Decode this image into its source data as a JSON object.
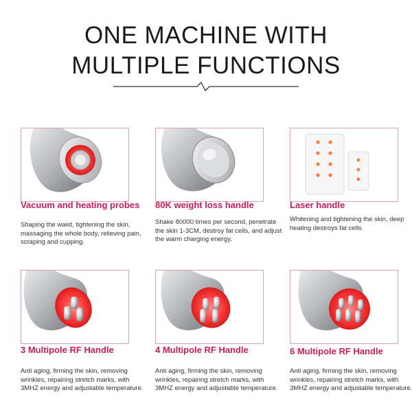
{
  "headline": {
    "line1": "ONE MACHINE WITH",
    "line2": "MULTIPLE FUNCTIONS"
  },
  "colors": {
    "accent": "#c21e5c",
    "frame_border": "#d9a3b6",
    "red_light": "#ff3b3b",
    "laser_dot": "#f47a4a"
  },
  "cards": [
    {
      "title": "Vacuum and heating probes",
      "description": "Shaping the waist, tightening the skin, massaging the whole body, relieving pain, scraping and cupping.",
      "image": "vacuum-probe-icon"
    },
    {
      "title": "80K weight loss handle",
      "description": "Shake 80000 times per second, penetrate the skin 1-3CM, destroy fat cells, and adjust the warm charging energy.",
      "image": "cavitation-handle-icon"
    },
    {
      "title": "Laser handle",
      "description": "Whitening and tightening the skin, deep heating destroys fat cells.",
      "image": "laser-pad-icon"
    },
    {
      "title": "3 Multipole RF Handle",
      "description": "Anti aging, firming the skin, removing wrinkles, repairing stretch marks, with 3MHZ energy and adjustable temperature.",
      "image": "rf-3-pole-icon"
    },
    {
      "title": "4 Multipole RF Handle",
      "description": "Anti aging, firming the skin, removing wrinkles, repairing stretch marks, with 3MHZ energy and adjustable temperature.",
      "image": "rf-4-pole-icon"
    },
    {
      "title": "6 Multipole RF Handle",
      "description": "Anti aging, firming the skin, removing wrinkles, repairing stretch marks, with 3MHZ energy and adjustable temperature.",
      "image": "rf-6-pole-icon"
    }
  ]
}
